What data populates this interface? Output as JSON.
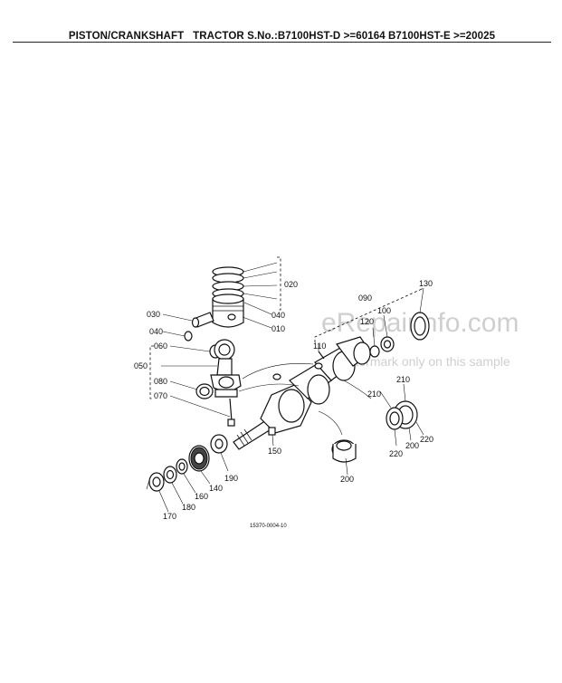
{
  "header": {
    "title": "PISTON/CRANKSHAFT   TRACTOR S.No.:B7100HST-D >=60164 B7100HST-E >=20025"
  },
  "callouts": {
    "p010": "010",
    "p020": "020",
    "p030": "030",
    "p040a": "040",
    "p040b": "040",
    "p050": "050",
    "p060": "060",
    "p070": "070",
    "p080": "080",
    "p090": "090",
    "p100": "100",
    "p110": "110",
    "p120": "120",
    "p130": "130",
    "p140": "140",
    "p150": "150",
    "p160": "160",
    "p170": "170",
    "p180": "180",
    "p190": "190",
    "p200a": "200",
    "p200b": "200",
    "p210a": "210",
    "p210b": "210",
    "p220a": "220",
    "p220b": "220"
  },
  "figure_code": "15370-0004-10",
  "watermark": {
    "site": "eRepairinfo.com",
    "notice": "Watermark only on this sample"
  }
}
